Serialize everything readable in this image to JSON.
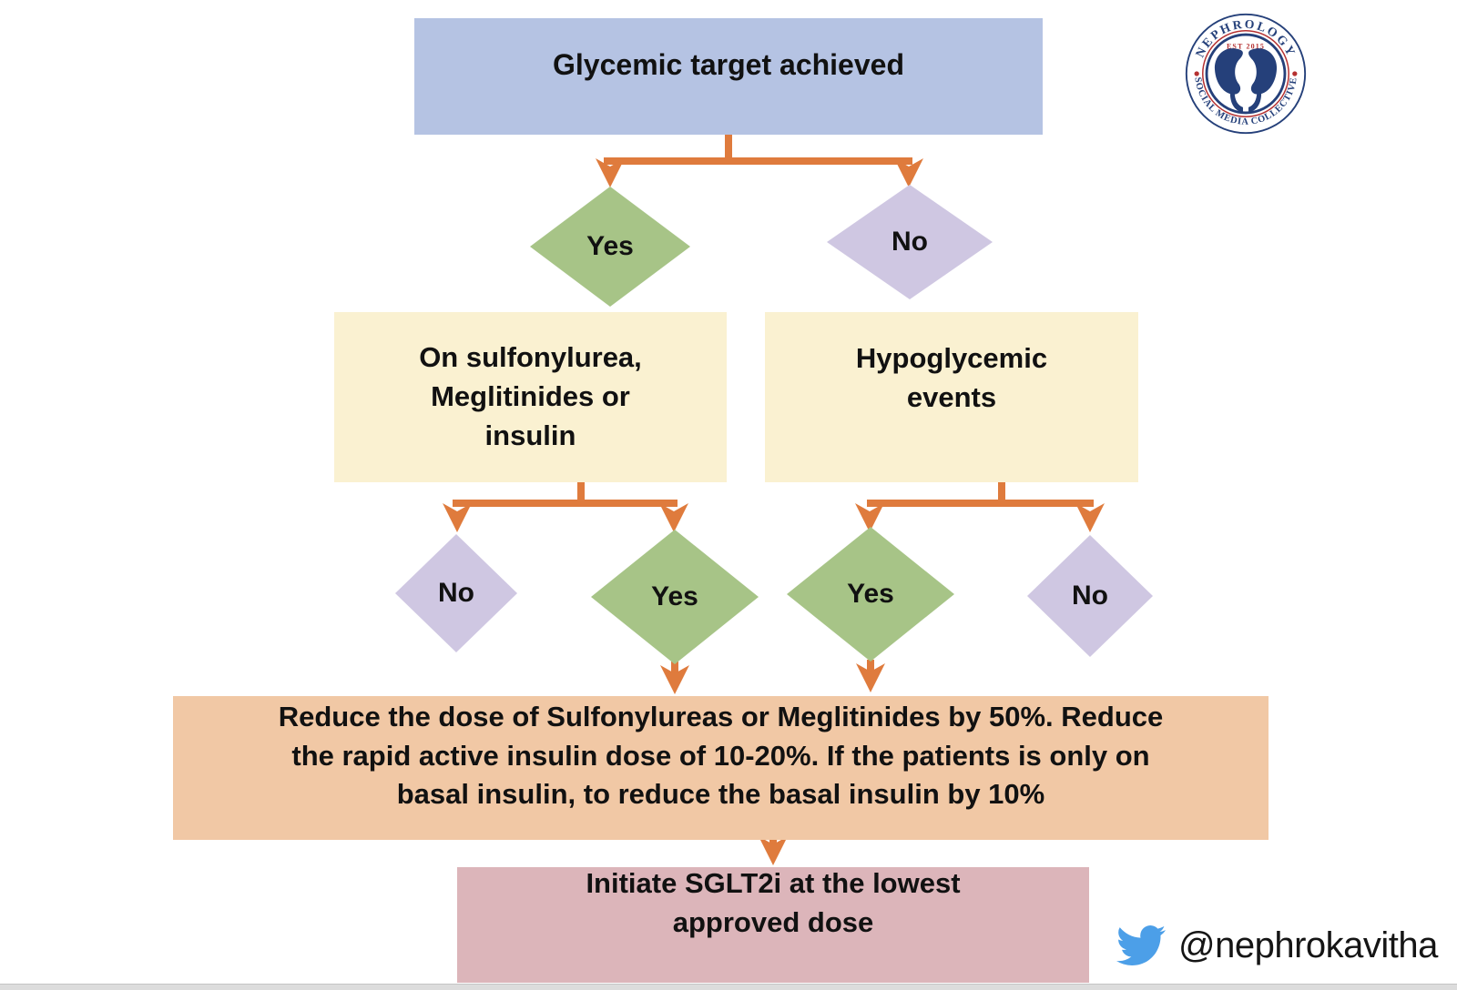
{
  "colors": {
    "root_box": "#b5c3e3",
    "yes_diamond": "#a7c487",
    "no_diamond": "#cfc7e2",
    "question_box": "#faf1d1",
    "action_box": "#f1c8a5",
    "final_box": "#dcb5ba",
    "arrow": "#df7b3d",
    "logo_navy": "#25407a",
    "logo_red": "#b53131",
    "twitter_blue": "#4c9fe8",
    "edge_bar": "#dcdcdc"
  },
  "flow": {
    "root": "Glycemic target achieved",
    "level1_yes": "Yes",
    "level1_no": "No",
    "yes_branch_question": "On sulfonylurea,\nMeglitinides or\ninsulin",
    "no_branch_question": "Hypoglycemic\nevents",
    "yes_branch_no": "No",
    "yes_branch_yes": "Yes",
    "no_branch_yes": "Yes",
    "no_branch_no": "No",
    "action": "Reduce the dose of Sulfonylureas or Meglitinides by 50%. Reduce\nthe rapid active insulin dose of 10-20%. If the patients is only on\nbasal insulin, to reduce the basal insulin by 10%",
    "final": "Initiate SGLT2i at the lowest\napproved dose"
  },
  "logo": {
    "arc_top": "NEPHROLOGY",
    "arc_bottom": "SOCIAL MEDIA COLLECTIVE",
    "est": "EST 2015"
  },
  "footer": {
    "handle": "@nephrokavitha"
  }
}
